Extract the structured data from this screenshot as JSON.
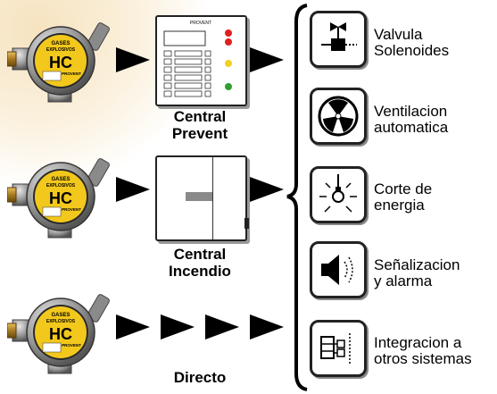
{
  "detector": {
    "brand_top": "GASES",
    "brand_sub": "EXPLOSIVOS",
    "model": "HC",
    "maker": "PROVENT"
  },
  "panel_prevent": {
    "brand": "PROVENT"
  },
  "routes": [
    {
      "caption_line1": "Central",
      "caption_line2": "Prevent"
    },
    {
      "caption_line1": "Central",
      "caption_line2": "Incendio"
    },
    {
      "caption_line1": "Directo",
      "caption_line2": ""
    }
  ],
  "outputs": [
    {
      "line1": "Valvula",
      "line2": "Solenoides",
      "icon": "solenoid-valve-icon"
    },
    {
      "line1": "Ventilacion",
      "line2": "automatica",
      "icon": "fan-icon"
    },
    {
      "line1": "Corte de",
      "line2": "energia",
      "icon": "light-bulb-icon"
    },
    {
      "line1": "Señalizacion",
      "line2": "y alarma",
      "icon": "speaker-icon"
    },
    {
      "line1": "Integracion a",
      "line2": "otros sistemas",
      "icon": "integration-panel-icon"
    }
  ],
  "colors": {
    "detector_yellow": "#f2c81c",
    "led_red": "#e02020",
    "led_yellow": "#f0d020",
    "led_green": "#30a030"
  }
}
